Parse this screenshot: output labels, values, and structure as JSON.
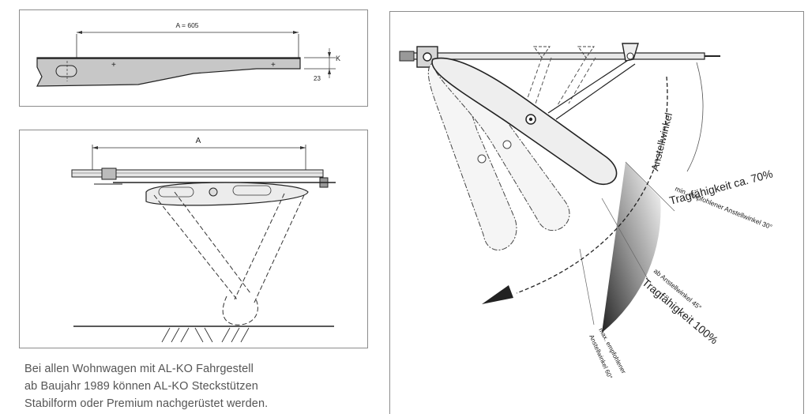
{
  "top_diagram": {
    "dim_a": "A = 605",
    "dim_k": "K",
    "dim_23": "23"
  },
  "middle_diagram": {
    "dim_a": "A"
  },
  "right_diagram": {
    "angle_label": "Anstellwinkel",
    "min_line1": "min. empfohlener Anstellwinkel 30°",
    "min_line2": "Tragfähigkeit ca. 70%",
    "ab_line1": "ab Anstellwinkel 45°",
    "ab_line2": "Tragfähigkeit 100%",
    "max_line1": "max. empfohlener",
    "max_line2": "Anstellwinkel 60°"
  },
  "caption": {
    "line1": "Bei allen Wohnwagen mit AL-KO Fahrgestell",
    "line2": "ab Baujahr 1989 können AL-KO Steckstützen",
    "line3": "Stabilform oder Premium nachgerüstet werden."
  }
}
